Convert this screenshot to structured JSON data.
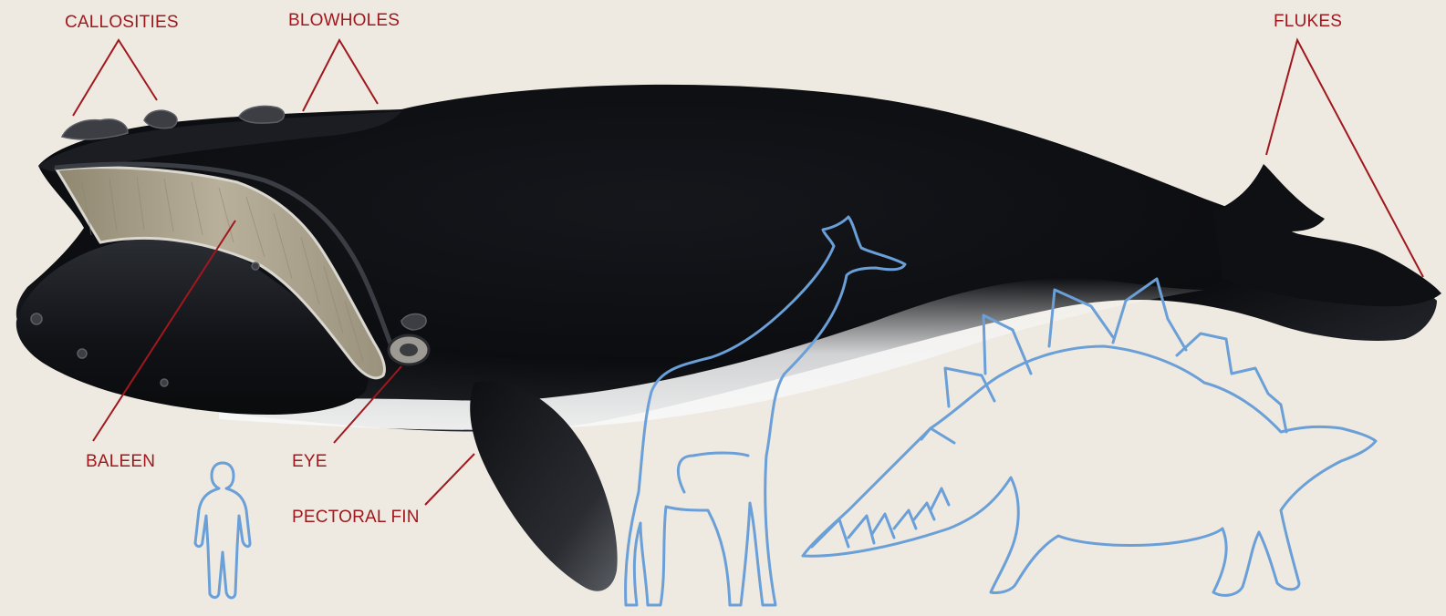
{
  "colors": {
    "background": "#eeeae1",
    "label": "#a0181e",
    "leader_line": "#a0181e",
    "whale_body": "#111318",
    "whale_belly": "#f4f5f6",
    "baleen": "#a39a83",
    "silhouette": "#6a9fd8"
  },
  "labels": {
    "callosities": "CALLOSITIES",
    "blowholes": "BLOWHOLES",
    "flukes": "FLUKES",
    "baleen": "BALEEN",
    "eye": "EYE",
    "pectoral_fin": "PECTORAL FIN"
  },
  "silhouettes": [
    "human",
    "giraffe",
    "stegosaurus"
  ]
}
